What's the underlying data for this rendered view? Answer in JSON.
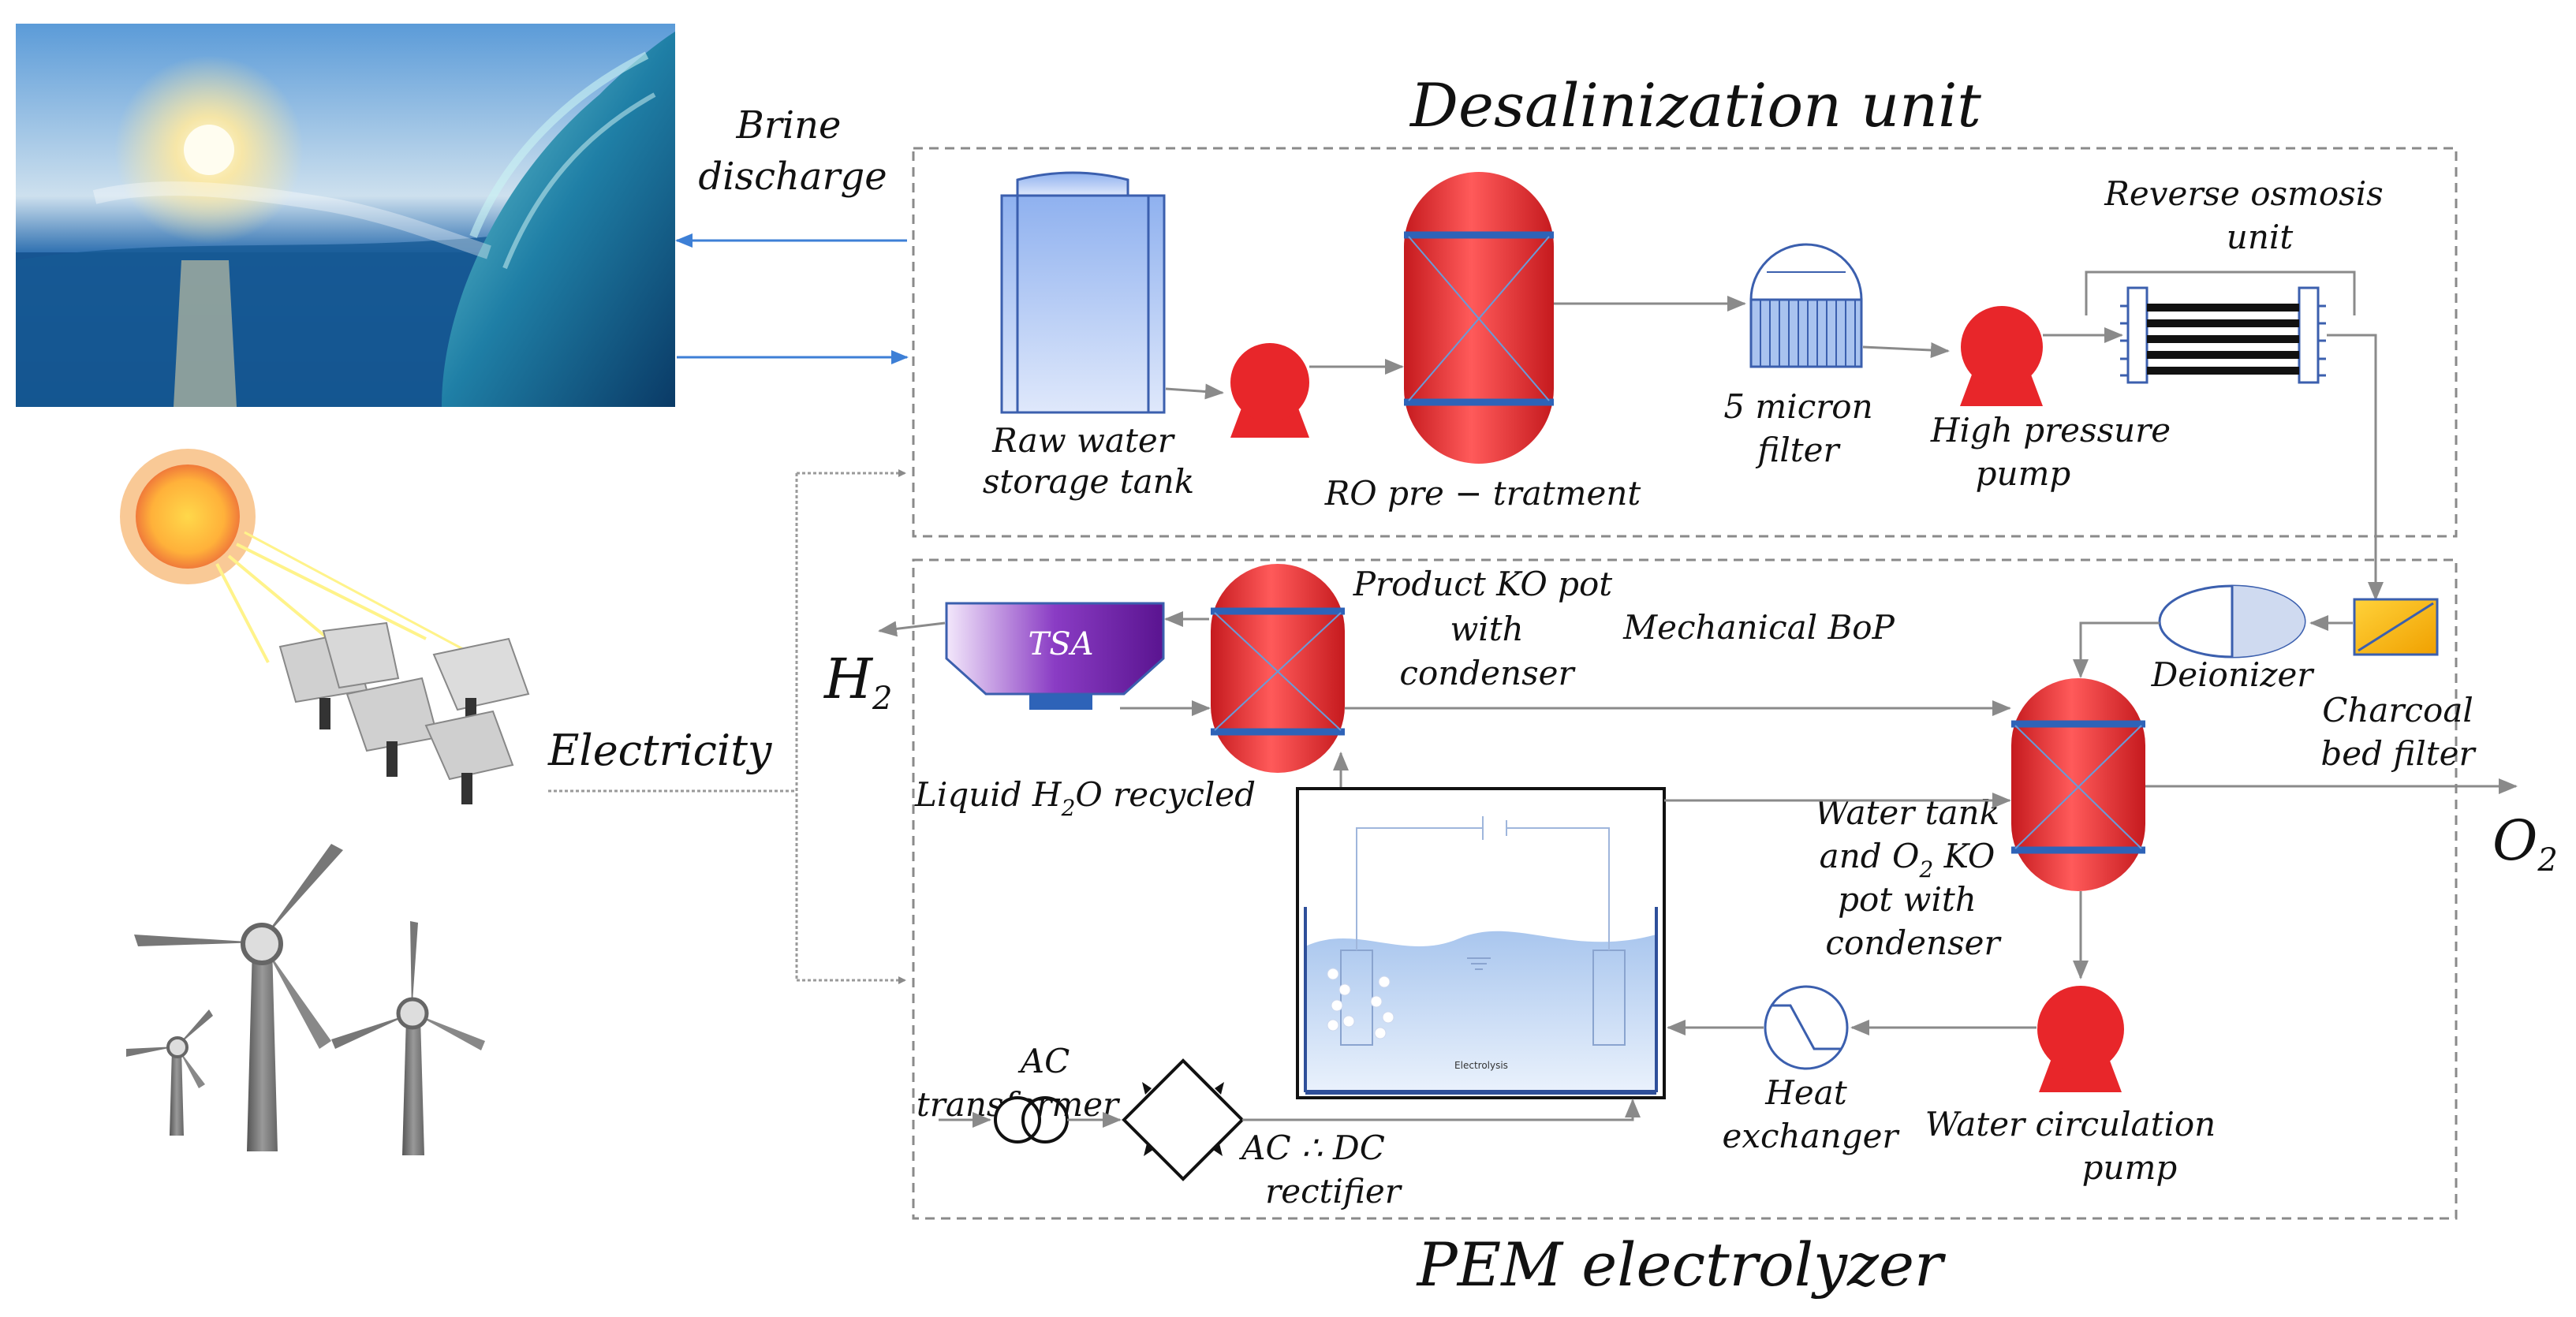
{
  "titles": {
    "desal": "Desalinization unit",
    "pem": "PEM electrolyzer"
  },
  "labels": {
    "brine_1": "Brine",
    "brine_2": "discharge",
    "electricity": "Electricity",
    "raw_1": "Raw water",
    "raw_2": "storage tank",
    "ro_pre": "RO pre − tratment",
    "micron_1": "5 micron",
    "micron_2": "filter",
    "hp_1": "High pressure",
    "hp_2": "pump",
    "rosmo_1": "Reverse osmosis",
    "rosmo_2": "unit",
    "tsa": "TSA",
    "h2": "H",
    "h2_sub": "2",
    "product_1": "Product KO pot",
    "product_2": "with",
    "product_3": "condenser",
    "mech": "Mechanical BoP",
    "deionizer": "Deionizer",
    "charcoal_1": "Charcoal",
    "charcoal_2": "bed filter",
    "liquid_a": "Liquid H",
    "liquid_sub": "2",
    "liquid_b": "O recycled",
    "wt_1": "Water tank",
    "wt_2a": "and O",
    "wt_2sub": "2",
    "wt_2b": " KO",
    "wt_3": "pot with",
    "wt_4": "condenser",
    "o2": "O",
    "o2_sub": "2",
    "ac_t1": "AC",
    "ac_t2": "transformer",
    "acdc_1": "AC ∴ DC",
    "acdc_2": "rectifier",
    "heat_1": "Heat",
    "heat_2": "exchanger",
    "wc_1": "Water circulation",
    "wc_2": "pump",
    "electrolysis": "Electrolysis"
  },
  "colors": {
    "vessel_red": "#e8262a",
    "band_blue": "#2e63b8",
    "flow_arrow": "#8a8a8a",
    "sea_arrow": "#3d7fd6",
    "dashed_border": "#8a8a8a",
    "tsa_purple": "#6a1fa0"
  },
  "icons": [
    "sea-wave-photo",
    "sun-icon",
    "solar-panels-icon",
    "wind-turbines-icon"
  ]
}
